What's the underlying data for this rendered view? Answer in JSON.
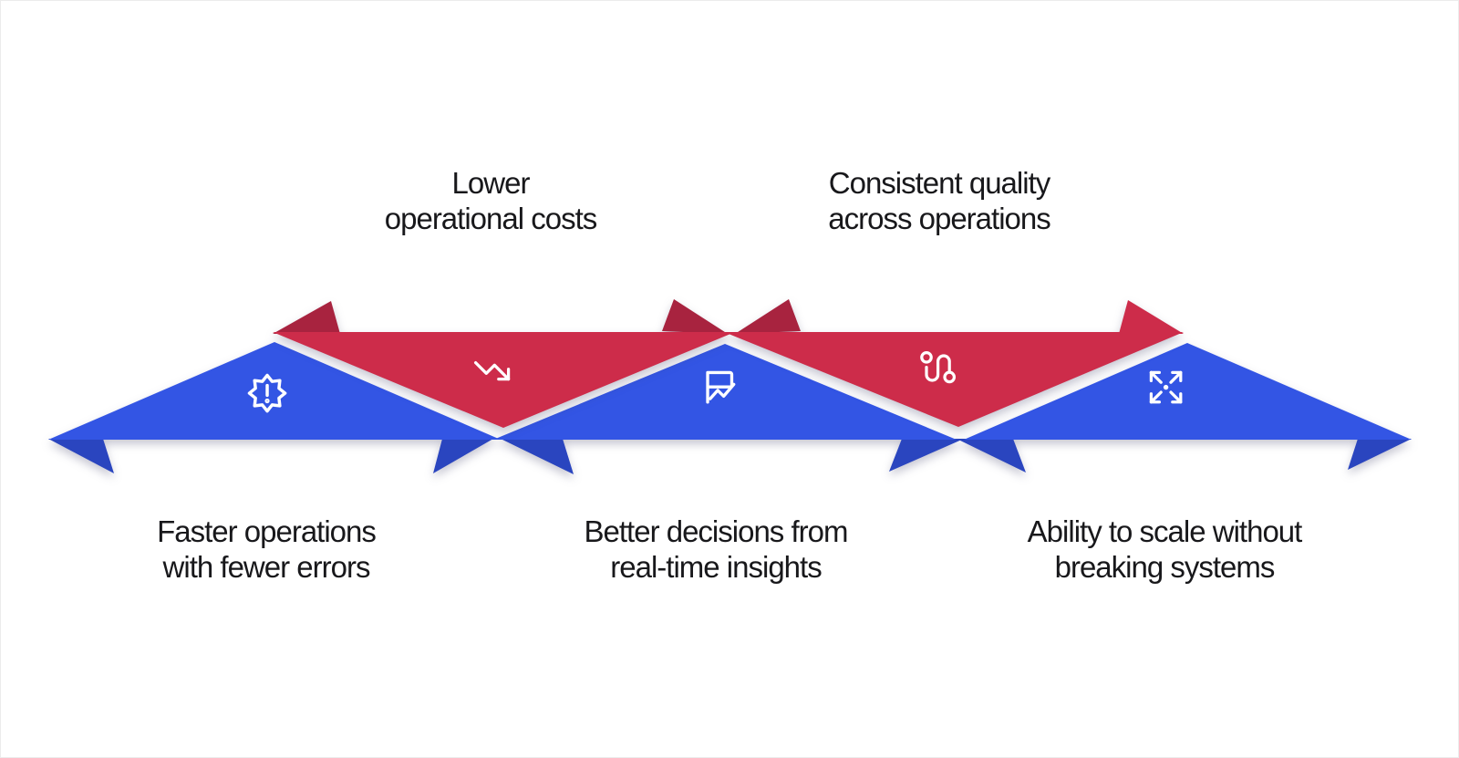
{
  "meta": {
    "type": "benefits-zigzag-arrow-infographic",
    "background": "#ffffff"
  },
  "colors": {
    "blue": "#3355E4",
    "blue_dark": "#2A45BF",
    "red": "#CD2C4A",
    "red_dark": "#A8233F",
    "icon": "#ffffff",
    "text": "#18181b"
  },
  "benefits": {
    "top": [
      {
        "id": "lower-operational-costs",
        "lines": [
          "Lower",
          "operational costs"
        ],
        "icon": "trending-down-icon",
        "ribbon": "red"
      },
      {
        "id": "consistent-quality",
        "lines": [
          "Consistent quality",
          "across operations"
        ],
        "icon": "route-loop-icon",
        "ribbon": "red"
      }
    ],
    "bottom": [
      {
        "id": "faster-operations",
        "lines": [
          "Faster operations",
          "with fewer errors"
        ],
        "icon": "badge-alert-icon",
        "ribbon": "blue"
      },
      {
        "id": "better-decisions",
        "lines": [
          "Better decisions from",
          "real-time insights"
        ],
        "icon": "flag-chart-icon",
        "ribbon": "blue"
      },
      {
        "id": "ability-to-scale",
        "lines": [
          "Ability to scale without",
          "breaking systems"
        ],
        "icon": "expand-icon",
        "ribbon": "blue"
      }
    ]
  }
}
